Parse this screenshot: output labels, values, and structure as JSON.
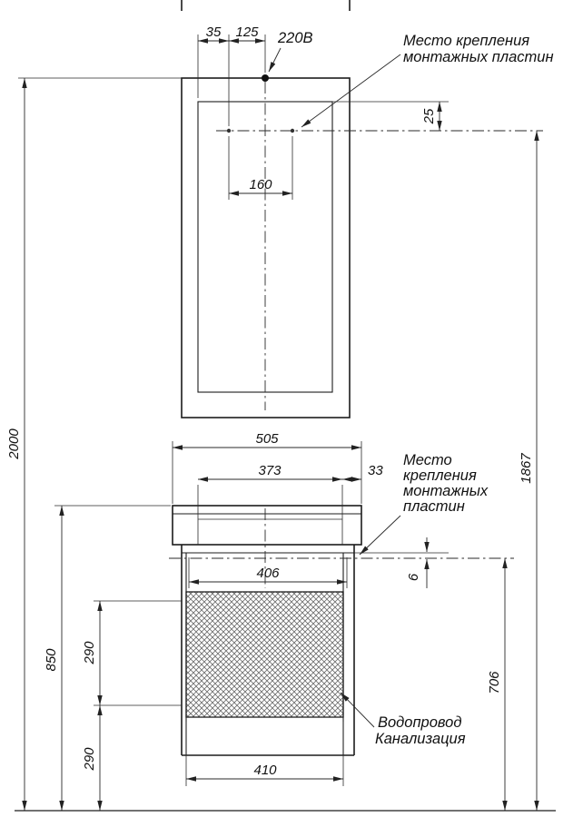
{
  "dimensions": {
    "d35": "35",
    "d125": "125",
    "outlet": "220В",
    "d25": "25",
    "d160": "160",
    "d505": "505",
    "d373": "373",
    "d33": "33",
    "d406": "406",
    "d6": "6",
    "d850": "850",
    "d290_upper": "290",
    "d290_lower": "290",
    "d410": "410",
    "d706": "706",
    "d1867": "1867",
    "d2000": "2000"
  },
  "labels": {
    "mounting_top": [
      "Место крепления",
      "монтажных пластин"
    ],
    "mounting_mid": [
      "Место",
      "крепления",
      "монтажных",
      "пластин"
    ],
    "plumbing": [
      "Водопровод",
      "Канализация"
    ]
  },
  "colors": {
    "line": "#1c1c1c",
    "background": "#ffffff"
  }
}
